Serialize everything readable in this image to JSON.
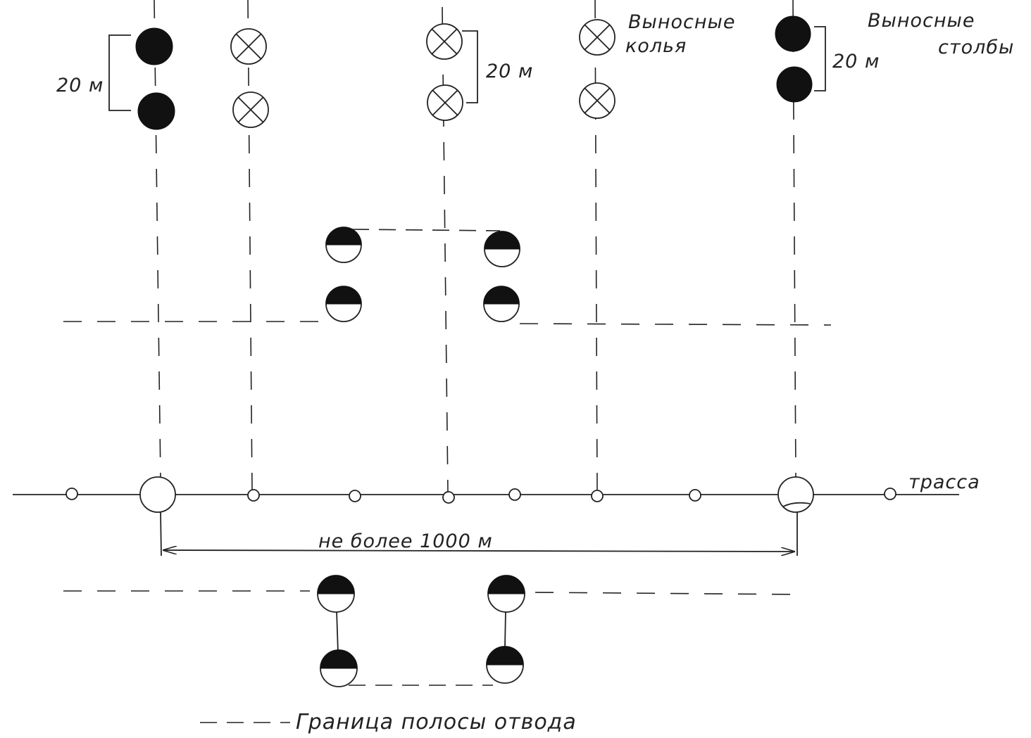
{
  "labels": {
    "spacing_left": "20 м",
    "spacing_middle": "20 м",
    "spacing_right": "20 м",
    "stakes_label_line1": "Выносные",
    "stakes_label_line2": "колья",
    "posts_label_line1": "Выносные",
    "posts_label_line2": "столбы",
    "route_label": "трасса",
    "distance_label": "не более 1000 м",
    "boundary_legend": "Граница полосы отвода"
  },
  "colors": {
    "ink": "#111111",
    "paper": "#ffffff"
  }
}
